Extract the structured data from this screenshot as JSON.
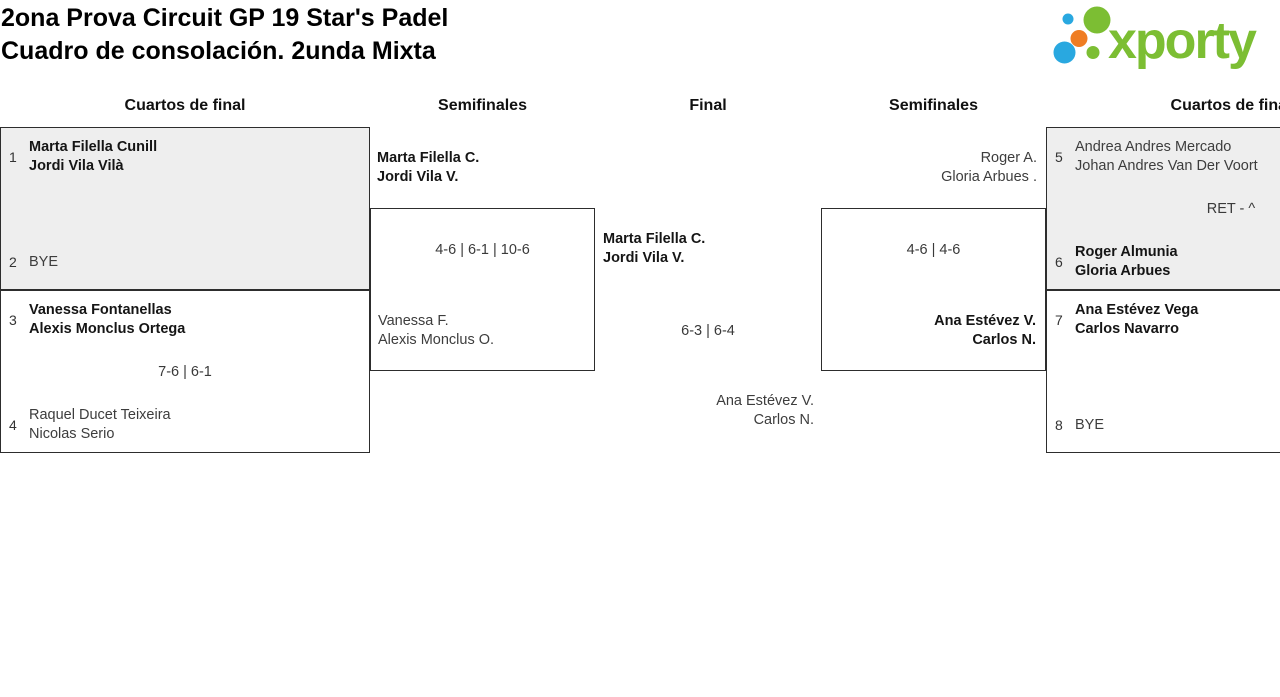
{
  "title": {
    "line1": "2ona Prova Circuit GP 19 Star's Padel",
    "line2": "Cuadro de consolación. 2unda Mixta"
  },
  "logo": {
    "brand": "xporty",
    "colors": {
      "green": "#7CBE33",
      "blue": "#29A8E0",
      "orange": "#EF7D23"
    }
  },
  "columns": [
    "Cuartos de final",
    "Semifinales",
    "Final",
    "Semifinales",
    "Cuartos de final"
  ],
  "matches": {
    "qf1": {
      "seed_a": "1",
      "a1": "Marta Filella Cunill",
      "a2": "Jordi Vila Vilà",
      "seed_b": "2",
      "b1": "BYE"
    },
    "qf2": {
      "seed_a": "3",
      "a1": "Vanessa Fontanellas",
      "a2": "Alexis Monclus Ortega",
      "score": "7-6 | 6-1",
      "seed_b": "4",
      "b1": "Raquel Ducet Teixeira",
      "b2": "Nicolas Serio"
    },
    "sf1": {
      "winner1": "Marta Filella C.",
      "winner2": "Jordi Vila V.",
      "score": "4-6 | 6-1 | 10-6",
      "loser1": "Vanessa F.",
      "loser2": "Alexis Monclus O."
    },
    "final": {
      "winner1": "Marta Filella C.",
      "winner2": "Jordi Vila V.",
      "score": "6-3 | 6-4",
      "loser1": "Ana Estévez V.",
      "loser2": "Carlos N."
    },
    "sf2": {
      "loser1": "Roger A.",
      "loser2": "Gloria Arbues .",
      "score": "4-6 | 4-6",
      "winner1": "Ana Estévez V.",
      "winner2": "Carlos N."
    },
    "qf3": {
      "seed_a": "5",
      "a1": "Andrea Andres Mercado",
      "a2": "Johan Andres Van Der Voort",
      "score": "RET - ^",
      "seed_b": "6",
      "b1": "Roger Almunia",
      "b2": "Gloria Arbues"
    },
    "qf4": {
      "seed_a": "7",
      "a1": "Ana Estévez Vega",
      "a2": "Carlos Navarro",
      "seed_b": "8",
      "b1": "BYE"
    }
  }
}
